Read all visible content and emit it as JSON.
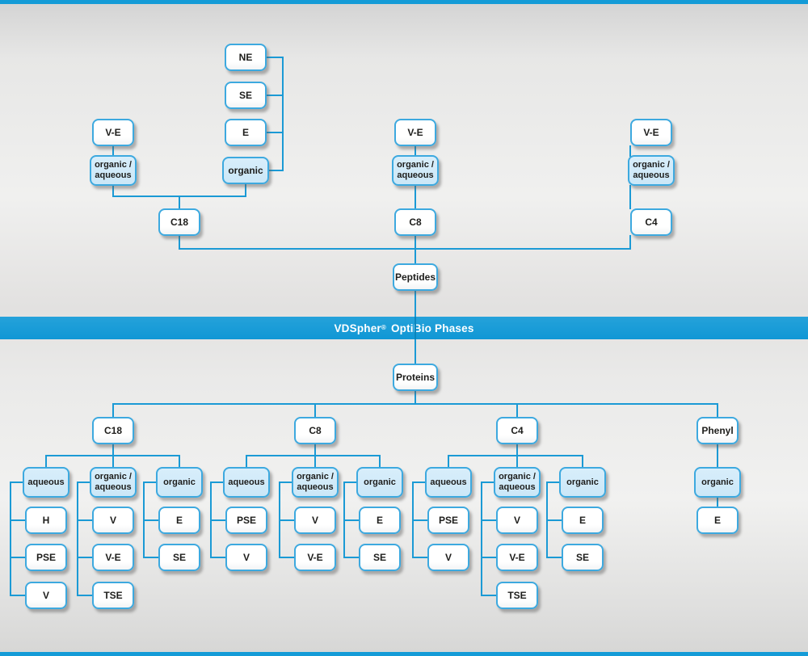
{
  "banner": {
    "brand": "VDSpher",
    "reg": "®",
    "rest": "OptiBio Phases"
  },
  "colors": {
    "accent_blue": "#149bd7",
    "line_blue": "#1b9ad5",
    "box_border": "#3da9df",
    "phase_fill": "#cfe9f8",
    "text": "#1d1d1b"
  },
  "peptides": {
    "root": "Peptides",
    "c18": {
      "column": "C18",
      "ve": "V-E",
      "organic_aqueous": "organic /\naqueous",
      "organic": "organic",
      "organic_children": [
        "NE",
        "SE",
        "E"
      ]
    },
    "c8": {
      "column": "C8",
      "ve": "V-E",
      "organic_aqueous": "organic /\naqueous"
    },
    "c4": {
      "column": "C4",
      "ve": "V-E",
      "organic_aqueous": "organic /\naqueous"
    }
  },
  "proteins": {
    "root": "Proteins",
    "columns": [
      {
        "label": "C18",
        "groups": [
          {
            "label": "aqueous",
            "children": [
              "H",
              "PSE",
              "V"
            ]
          },
          {
            "label": "organic /\naqueous",
            "children": [
              "V",
              "V-E",
              "TSE"
            ]
          },
          {
            "label": "organic",
            "children": [
              "E",
              "SE"
            ]
          }
        ]
      },
      {
        "label": "C8",
        "groups": [
          {
            "label": "aqueous",
            "children": [
              "PSE",
              "V"
            ]
          },
          {
            "label": "organic /\naqueous",
            "children": [
              "V",
              "V-E"
            ]
          },
          {
            "label": "organic",
            "children": [
              "E",
              "SE"
            ]
          }
        ]
      },
      {
        "label": "C4",
        "groups": [
          {
            "label": "aqueous",
            "children": [
              "PSE",
              "V"
            ]
          },
          {
            "label": "organic /\naqueous",
            "children": [
              "V",
              "V-E",
              "TSE"
            ]
          },
          {
            "label": "organic",
            "children": [
              "E",
              "SE"
            ]
          }
        ]
      },
      {
        "label": "Phenyl",
        "groups": [
          {
            "label": "organic",
            "children": [
              "E"
            ]
          }
        ]
      }
    ]
  }
}
